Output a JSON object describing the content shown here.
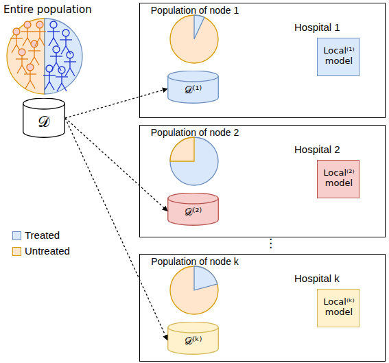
{
  "diagram": {
    "nodes": [
      {
        "text": [
          "𝒟"
        ]
      },
      {
        "text": [
          "Population of node 1",
          "Hospital 1"
        ]
      },
      {
        "text": [
          "𝒟⁽¹⁾"
        ],
        "in": 1
      },
      {
        "text": [
          "Local⁽¹⁾ model"
        ],
        "in": 1
      },
      {
        "text": [
          "Population of node 2",
          "Hospital 2"
        ]
      },
      {
        "text": [
          "𝒟⁽²⁾"
        ],
        "in": 4
      },
      {
        "text": [
          "Local⁽²⁾ model"
        ],
        "in": 4
      },
      {
        "text": [
          "Population of node k",
          "Hospital k"
        ]
      },
      {
        "text": [
          "𝒟⁽ᵏ⁾"
        ],
        "in": 7
      },
      {
        "text": [
          "Local⁽ᵏ⁾ model"
        ],
        "in": 7
      }
    ],
    "edges": [
      {
        "from": 0,
        "to": 2,
        "arrow": "to"
      },
      {
        "from": 0,
        "to": 5,
        "arrow": "to"
      },
      {
        "from": 0,
        "to": 8,
        "arrow": "to"
      }
    ],
    "labels": [
      "Entire population",
      "⋮"
    ],
    "legend": [
      {
        "text": "Treated",
        "color": "#dae8fc"
      },
      {
        "text": "Untreated",
        "color": "#ffe6cc"
      }
    ]
  }
}
